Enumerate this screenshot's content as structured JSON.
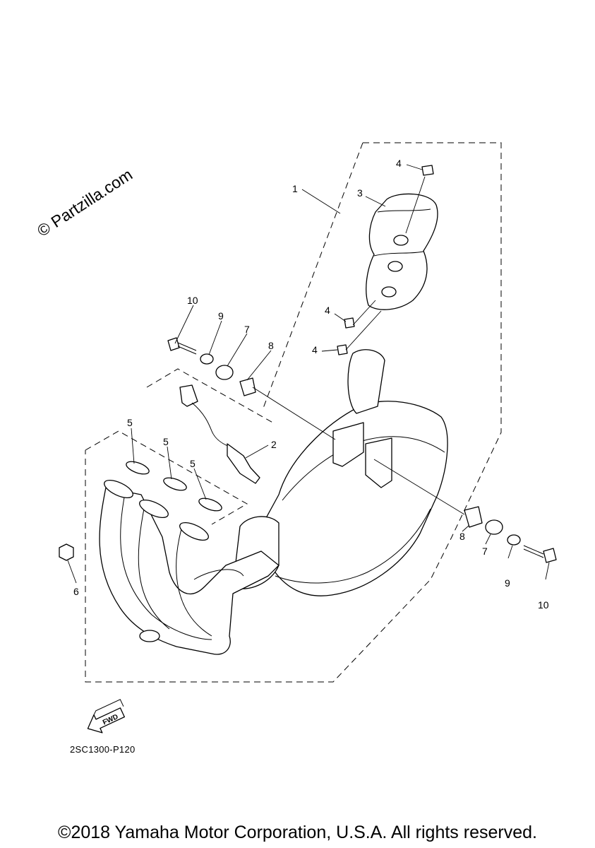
{
  "watermark": "© Partzilla.com",
  "diagram_code": "2SC1300-P120",
  "copyright": "©2018 Yamaha Motor Corporation, U.S.A. All rights reserved.",
  "fwd_label": "FWD",
  "callouts": {
    "c1": "1",
    "c2": "2",
    "c3": "3",
    "c4a": "4",
    "c4b": "4",
    "c4c": "4",
    "c5a": "5",
    "c5b": "5",
    "c5c": "5",
    "c6": "6",
    "c7a": "7",
    "c7b": "7",
    "c8a": "8",
    "c8b": "8",
    "c9a": "9",
    "c9b": "9",
    "c10a": "10",
    "c10b": "10"
  }
}
